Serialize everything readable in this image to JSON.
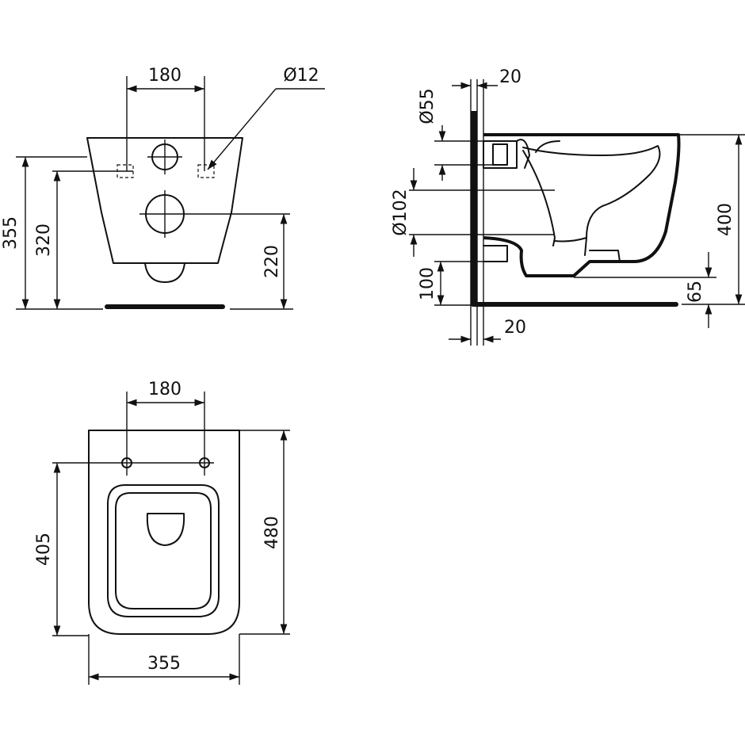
{
  "front_view": {
    "dim_top_width": "180",
    "dim_hole_diameter": "Ø12",
    "dim_total_height": "355",
    "dim_fixing_height": "320",
    "dim_outlet_height": "220"
  },
  "side_view": {
    "dim_top_offset": "20",
    "dim_inlet_diameter": "Ø55",
    "dim_outlet_diameter": "Ø102",
    "dim_outlet_offset": "100",
    "dim_bottom_offset": "20",
    "dim_height": "400",
    "dim_floor_clearance": "65"
  },
  "top_view": {
    "dim_fixing_spacing": "180",
    "dim_length_to_fixing": "405",
    "dim_total_length": "480",
    "dim_width": "355"
  }
}
